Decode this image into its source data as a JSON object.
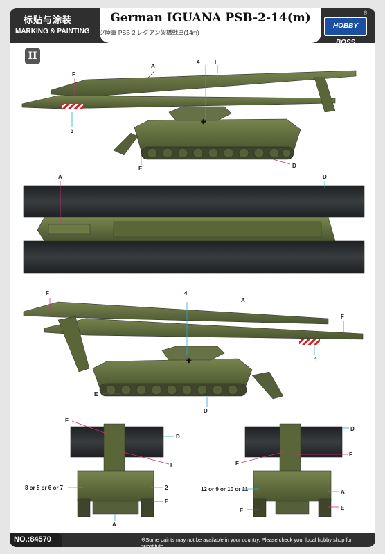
{
  "header": {
    "cn_title": "标贴与涂装",
    "en_subtitle": "MARKING & PAINTING",
    "main_title": "German IGUANA PSB-2-14(m)",
    "jp_subtitle": "ドイツ陸軍 PSB-2 レグアン架橋戦車(14m)",
    "cn_subtitle": "德国“鬣蜥”装甲架桥车带14米桥",
    "brand": "HOBBY BOSS",
    "brand_mark": "®"
  },
  "step": "II",
  "views": {
    "side_view_1": {
      "labels": [
        "A",
        "F",
        "4",
        "F",
        "3",
        "E",
        "D"
      ]
    },
    "top_view": {
      "labels": [
        "A",
        "D"
      ]
    },
    "side_view_2": {
      "labels": [
        "F",
        "4",
        "A",
        "F",
        "1",
        "E",
        "D"
      ]
    },
    "front_view": {
      "labels": [
        "F",
        "D",
        "F",
        "8 or 5 or 6 or 7",
        "2",
        "E",
        "A"
      ]
    },
    "rear_view": {
      "labels": [
        "D",
        "F",
        "F",
        "12 or 9 or 10 or 11",
        "A",
        "E",
        "E"
      ]
    }
  },
  "colors": {
    "vehicle_green": "#5f6b3c",
    "bridge_dark": "#2a2c2e",
    "header": "#2f2f2f",
    "brand_blue": "#1a4fa3",
    "leader_line": "#2aa7d8",
    "pink_line": "#d0307a"
  },
  "footer": {
    "model_no": "NO.:84570",
    "disclaimer": "※Some paints may not be available in your country. Please check your local hobby shop for substitute"
  }
}
